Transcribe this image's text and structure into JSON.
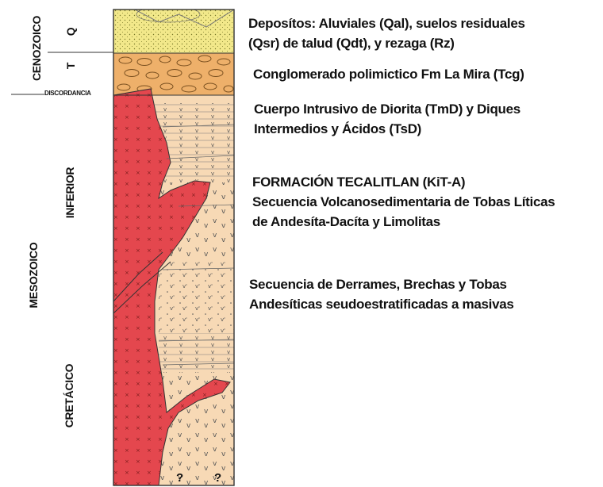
{
  "left_labels": {
    "era_upper": "CENOZOICO",
    "period_q": "Q",
    "period_t": "T",
    "discordancia": "DISCORDANCIA",
    "inferior": "INFERIOR",
    "mesozoico": "MESOZOICO",
    "cretacico": "CRETÁCICO"
  },
  "descriptions": {
    "d1_line1": "Deposítos: Aluviales (Qal), suelos residuales",
    "d1_line2": "(Qsr) de talud (Qdt), y rezaga (Rz)",
    "d2_line1": "Conglomerado polimictico Fm La Mira (Tcg)",
    "d3_line1": "Cuerpo Intrusivo de Diorita (TmD) y Diques",
    "d3_line2": "Intermedios y Ácidos (TsD)",
    "d4_line1": "FORMACIÓN TECALITLAN (KiT-A)",
    "d4_line2": "Secuencia Volcanosedimentaria de Tobas Líticas",
    "d4_line3": "de Andesíta-Dacíta y Limolitas",
    "d5_line1": "Secuencia de Derrames, Brechas y Tobas",
    "d5_line2": "Andesíticas seudoestratificadas a masivas"
  },
  "column_marks": {
    "q1": "?",
    "q2": "?"
  },
  "colors": {
    "quaternary": "#f2e88a",
    "conglomerate": "#eeb06a",
    "intrusive": "#e4474e",
    "volcanic": "#f7d9b5",
    "outline": "#333333"
  }
}
